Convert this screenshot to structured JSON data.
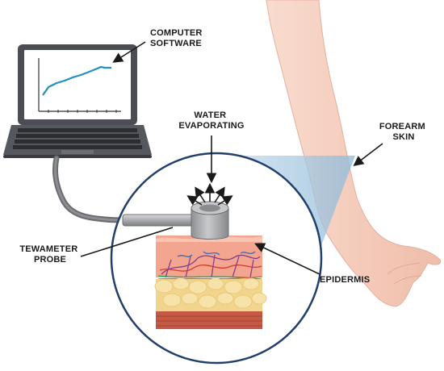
{
  "labels": {
    "computer_software": [
      "COMPUTER",
      "SOFTWARE"
    ],
    "water_evaporating": [
      "WATER",
      "EVAPORATING"
    ],
    "forearm_skin": [
      "FOREARM",
      "SKIN"
    ],
    "tewameter_probe": [
      "TEWAMETER",
      "PROBE"
    ],
    "epidermis": "EPIDERMIS"
  },
  "colors": {
    "skin": "#f6d1c4",
    "skin_edge": "#e4a99a",
    "zoom_cone": "#a9cbe2",
    "circle_outline": "#223f6b",
    "laptop_body": "#4a4d53",
    "screen_line": "#1f8fc6",
    "probe_metal": "#a7a9ac",
    "fat_layer": "#f2d58c",
    "dermis": "#f4a58f"
  }
}
